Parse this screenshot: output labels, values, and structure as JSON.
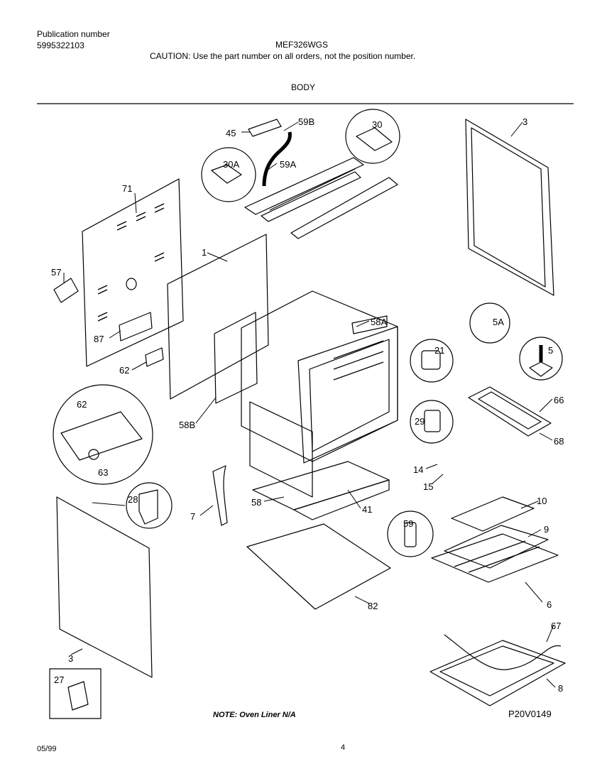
{
  "header": {
    "publication_label": "Publication number",
    "publication_number": "5995322103",
    "model": "MEF326WGS",
    "caution": "CAUTION:  Use the part number on all orders, not the position number.",
    "section": "BODY"
  },
  "footer": {
    "note": "NOTE:  Oven Liner N/A",
    "diagram_code": "P20V0149",
    "date": "05/99",
    "page": "4"
  },
  "parts": [
    {
      "id": "45",
      "label": "45"
    },
    {
      "id": "59B",
      "label": "59B"
    },
    {
      "id": "30",
      "label": "30"
    },
    {
      "id": "3-top",
      "label": "3"
    },
    {
      "id": "30A",
      "label": "30A"
    },
    {
      "id": "59A",
      "label": "59A"
    },
    {
      "id": "71",
      "label": "71"
    },
    {
      "id": "1",
      "label": "1"
    },
    {
      "id": "57",
      "label": "57"
    },
    {
      "id": "87",
      "label": "87"
    },
    {
      "id": "58A",
      "label": "58A"
    },
    {
      "id": "5A",
      "label": "5A"
    },
    {
      "id": "5",
      "label": "5"
    },
    {
      "id": "21",
      "label": "21"
    },
    {
      "id": "62-a",
      "label": "62"
    },
    {
      "id": "58B",
      "label": "58B"
    },
    {
      "id": "66",
      "label": "66"
    },
    {
      "id": "62-b",
      "label": "62"
    },
    {
      "id": "29",
      "label": "29"
    },
    {
      "id": "68",
      "label": "68"
    },
    {
      "id": "63",
      "label": "63"
    },
    {
      "id": "14",
      "label": "14"
    },
    {
      "id": "15",
      "label": "15"
    },
    {
      "id": "28",
      "label": "28"
    },
    {
      "id": "10",
      "label": "10"
    },
    {
      "id": "7",
      "label": "7"
    },
    {
      "id": "58",
      "label": "58"
    },
    {
      "id": "41",
      "label": "41"
    },
    {
      "id": "59",
      "label": "59"
    },
    {
      "id": "9",
      "label": "9"
    },
    {
      "id": "6",
      "label": "6"
    },
    {
      "id": "82",
      "label": "82"
    },
    {
      "id": "67",
      "label": "67"
    },
    {
      "id": "3-bottom",
      "label": "3"
    },
    {
      "id": "8",
      "label": "8"
    },
    {
      "id": "27",
      "label": "27"
    }
  ]
}
